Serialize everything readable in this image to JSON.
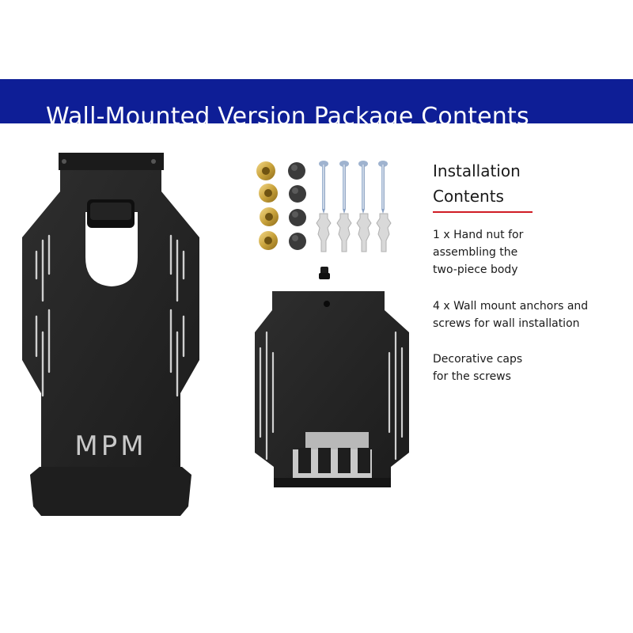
{
  "banner": {
    "title": "Wall-Mounted Version Package Contents",
    "color": "#0e1e96"
  },
  "installation": {
    "title_lines": [
      "Installation",
      "Contents"
    ],
    "accent_color": "#d01c24",
    "items": [
      {
        "lines": [
          "1 x Hand nut for",
          "assembling the",
          "two-piece body"
        ]
      },
      {
        "lines": [
          "4 x Wall mount anchors and",
          "screws for wall installation"
        ]
      },
      {
        "lines": [
          "Decorative caps",
          "for the screws"
        ]
      }
    ]
  },
  "product": {
    "logo_text": "MPM",
    "hardware": {
      "washers": 4,
      "caps": 4,
      "screws": 4,
      "anchors": 4,
      "hand_nut": 1
    },
    "icons": [
      "washer-icon",
      "cap-icon",
      "screw-icon",
      "anchor-icon",
      "hand-nut-icon"
    ]
  }
}
